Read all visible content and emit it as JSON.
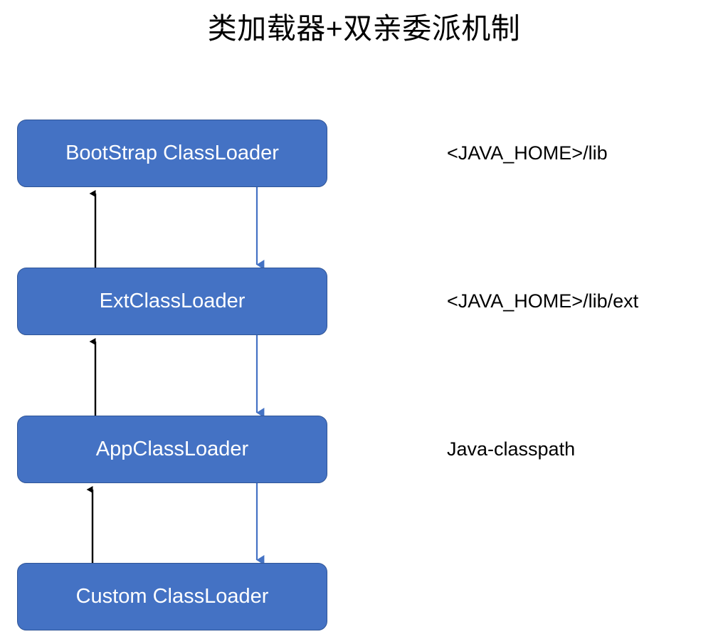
{
  "title": "类加载器+双亲委派机制",
  "colors": {
    "box_fill": "#4472C4",
    "box_border": "#2F5597",
    "box_text": "#FFFFFF",
    "delegate_up_arrow": "#000000",
    "load_down_arrow": "#4472C4",
    "background": "#FFFFFF",
    "label_text": "#000000"
  },
  "nodes": [
    {
      "id": "bootstrap",
      "label": "BootStrap ClassLoader"
    },
    {
      "id": "ext",
      "label": "ExtClassLoader"
    },
    {
      "id": "app",
      "label": "AppClassLoader"
    },
    {
      "id": "custom",
      "label": "Custom ClassLoader"
    }
  ],
  "side_labels": [
    {
      "for": "bootstrap",
      "text": "<JAVA_HOME>/lib"
    },
    {
      "for": "ext",
      "text": "<JAVA_HOME>/lib/ext"
    },
    {
      "for": "app",
      "text": "Java-classpath"
    }
  ],
  "arrows": [
    {
      "id": "delegate-ext-to-bootstrap",
      "direction": "up",
      "color": "#000000",
      "from": "ext",
      "to": "bootstrap"
    },
    {
      "id": "delegate-app-to-ext",
      "direction": "up",
      "color": "#000000",
      "from": "app",
      "to": "ext"
    },
    {
      "id": "delegate-custom-to-app",
      "direction": "up",
      "color": "#000000",
      "from": "custom",
      "to": "app"
    },
    {
      "id": "load-bootstrap-to-ext",
      "direction": "down",
      "color": "#4472C4",
      "from": "bootstrap",
      "to": "ext"
    },
    {
      "id": "load-ext-to-app",
      "direction": "down",
      "color": "#4472C4",
      "from": "ext",
      "to": "app"
    },
    {
      "id": "load-app-to-custom",
      "direction": "down",
      "color": "#4472C4",
      "from": "app",
      "to": "custom"
    }
  ]
}
